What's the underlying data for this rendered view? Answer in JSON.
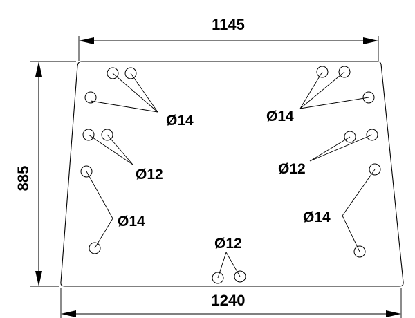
{
  "dimensions": {
    "top_width": "1145",
    "bottom_width": "1240",
    "height": "885"
  },
  "callouts": [
    {
      "id": "upper-left-14",
      "label": "Ø14"
    },
    {
      "id": "mid-left-12",
      "label": "Ø12"
    },
    {
      "id": "lower-left-14",
      "label": "Ø14"
    },
    {
      "id": "upper-right-14",
      "label": "Ø14"
    },
    {
      "id": "mid-right-12",
      "label": "Ø12"
    },
    {
      "id": "lower-right-14",
      "label": "Ø14"
    },
    {
      "id": "bottom-center-12",
      "label": "Ø12"
    }
  ]
}
